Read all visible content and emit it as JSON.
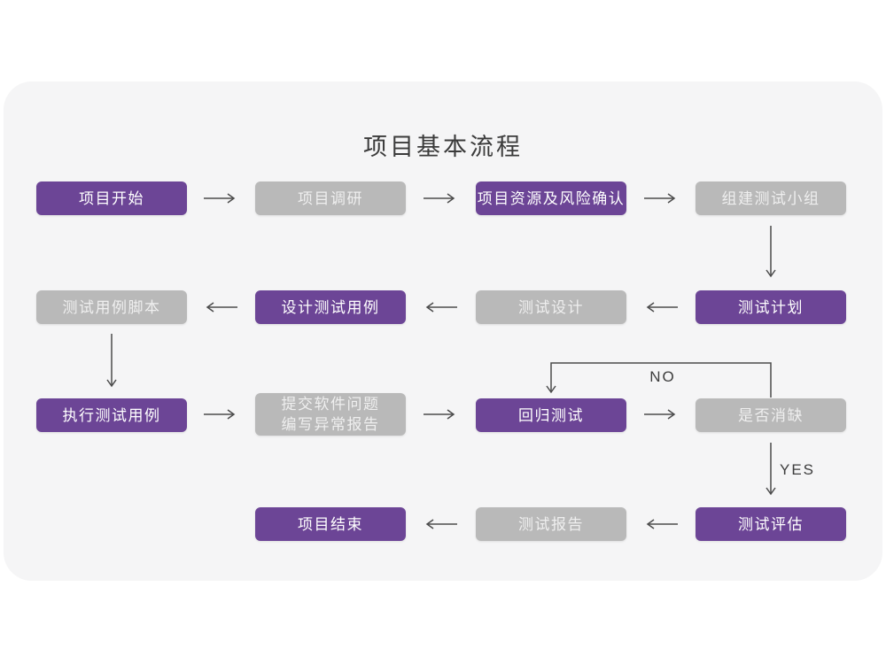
{
  "title": "项目基本流程",
  "edge_labels": {
    "no": "NO",
    "yes": "YES"
  },
  "colors": {
    "purple": "#6c4596",
    "gray": "#b9b9b9",
    "card_bg": "#f5f5f6",
    "page_bg": "#ffffff",
    "arrow": "#4c4c4c",
    "title_text": "#3b3b3b"
  },
  "nodes": [
    {
      "id": "project-start",
      "label": "项目开始",
      "variant": "purple"
    },
    {
      "id": "project-research",
      "label": "项目调研",
      "variant": "gray"
    },
    {
      "id": "project-resources-risk",
      "label": "项目资源及风险确认",
      "variant": "purple"
    },
    {
      "id": "build-test-team",
      "label": "组建测试小组",
      "variant": "gray"
    },
    {
      "id": "test-plan",
      "label": "测试计划",
      "variant": "purple"
    },
    {
      "id": "test-design",
      "label": "测试设计",
      "variant": "gray"
    },
    {
      "id": "design-test-cases",
      "label": "设计测试用例",
      "variant": "purple"
    },
    {
      "id": "test-case-scripts",
      "label": "测试用例脚本",
      "variant": "gray"
    },
    {
      "id": "execute-test-cases",
      "label": "执行测试用例",
      "variant": "purple"
    },
    {
      "id": "submit-issue-report",
      "label_line1": "提交软件问题",
      "label_line2": "编写异常报告",
      "variant": "gray"
    },
    {
      "id": "regression-test",
      "label": "回归测试",
      "variant": "purple"
    },
    {
      "id": "defect-resolved",
      "label": "是否消缺",
      "variant": "gray"
    },
    {
      "id": "test-evaluation",
      "label": "测试评估",
      "variant": "purple"
    },
    {
      "id": "test-report",
      "label": "测试报告",
      "variant": "gray"
    },
    {
      "id": "project-end",
      "label": "项目结束",
      "variant": "purple"
    }
  ]
}
